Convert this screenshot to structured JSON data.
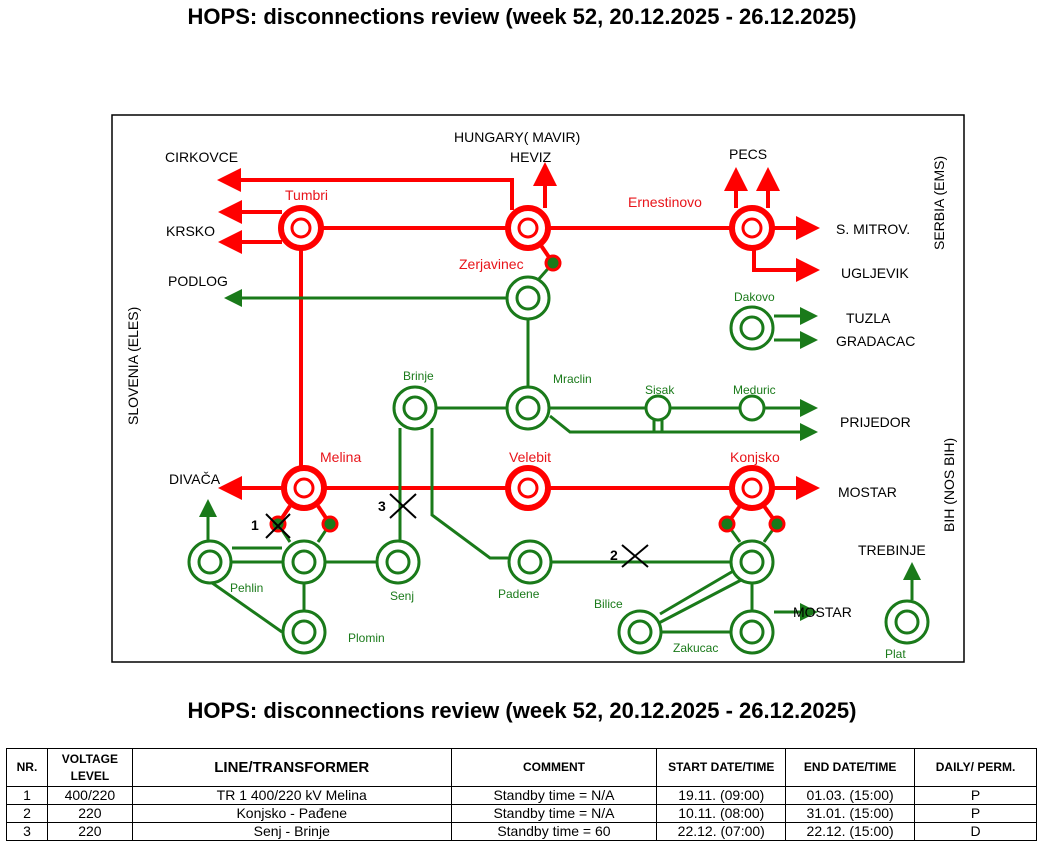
{
  "title": "HOPS: disconnections review (week 52, 20.12.2025 - 26.12.2025)",
  "diagram": {
    "regions": {
      "hungary": "HUNGARY( MAVIR)",
      "serbia": "SERBIA (EMS)",
      "slovenia": "SLOVENIA (ELES)",
      "bih": "BIH (NOS BIH)"
    },
    "external": {
      "cirkovce": "CIRKOVCE",
      "heviz": "HEVIZ",
      "pecs": "PECS",
      "krsko": "KRSKO",
      "s_mitrov": "S. MITROV.",
      "ugljevik": "UGLJEVIK",
      "podlog": "PODLOG",
      "tuzla": "TUZLA",
      "gradacac": "GRADACAC",
      "prijedor": "PRIJEDOR",
      "divaca": "DIVAČA",
      "mostar1": "MOSTAR",
      "trebinje": "TREBINJE",
      "mostar2": "MOSTAR"
    },
    "stations": {
      "tumbri": "Tumbri",
      "ernestinovo": "Ernestinovo",
      "zerjavinec": "Zerjavinec",
      "dakovo": "Dakovo",
      "brinje": "Brinje",
      "mraclin": "Mraclin",
      "sisak": "Sisak",
      "meduric": "Meduric",
      "melina": "Melina",
      "velebit": "Velebit",
      "konjsko": "Konjsko",
      "pehlin": "Pehlin",
      "senj": "Senj",
      "padene": "Padene",
      "bilice": "Bilice",
      "plomin": "Plomin",
      "zakucac": "Zakucac",
      "plat": "Plat"
    },
    "markers": [
      "1",
      "2",
      "3"
    ],
    "colors": {
      "kv400": "#ff0000",
      "kv220": "#1a7a1a"
    }
  },
  "table": {
    "headers": [
      "NR.",
      "VOLTAGE LEVEL",
      "LINE/TRANSFORMER",
      "COMMENT",
      "START DATE/TIME",
      "END DATE/TIME",
      "DAILY/ PERM."
    ],
    "rows": [
      [
        "1",
        "400/220",
        "TR 1 400/220 kV Melina",
        "Standby time = N/A",
        "19.11. (09:00)",
        "01.03. (15:00)",
        "P"
      ],
      [
        "2",
        "220",
        "Konjsko - Pađene",
        "Standby time = N/A",
        "10.11. (08:00)",
        "31.01. (15:00)",
        "P"
      ],
      [
        "3",
        "220",
        "Senj - Brinje",
        "Standby time = 60",
        "22.12. (07:00)",
        "22.12. (15:00)",
        "D"
      ]
    ]
  }
}
